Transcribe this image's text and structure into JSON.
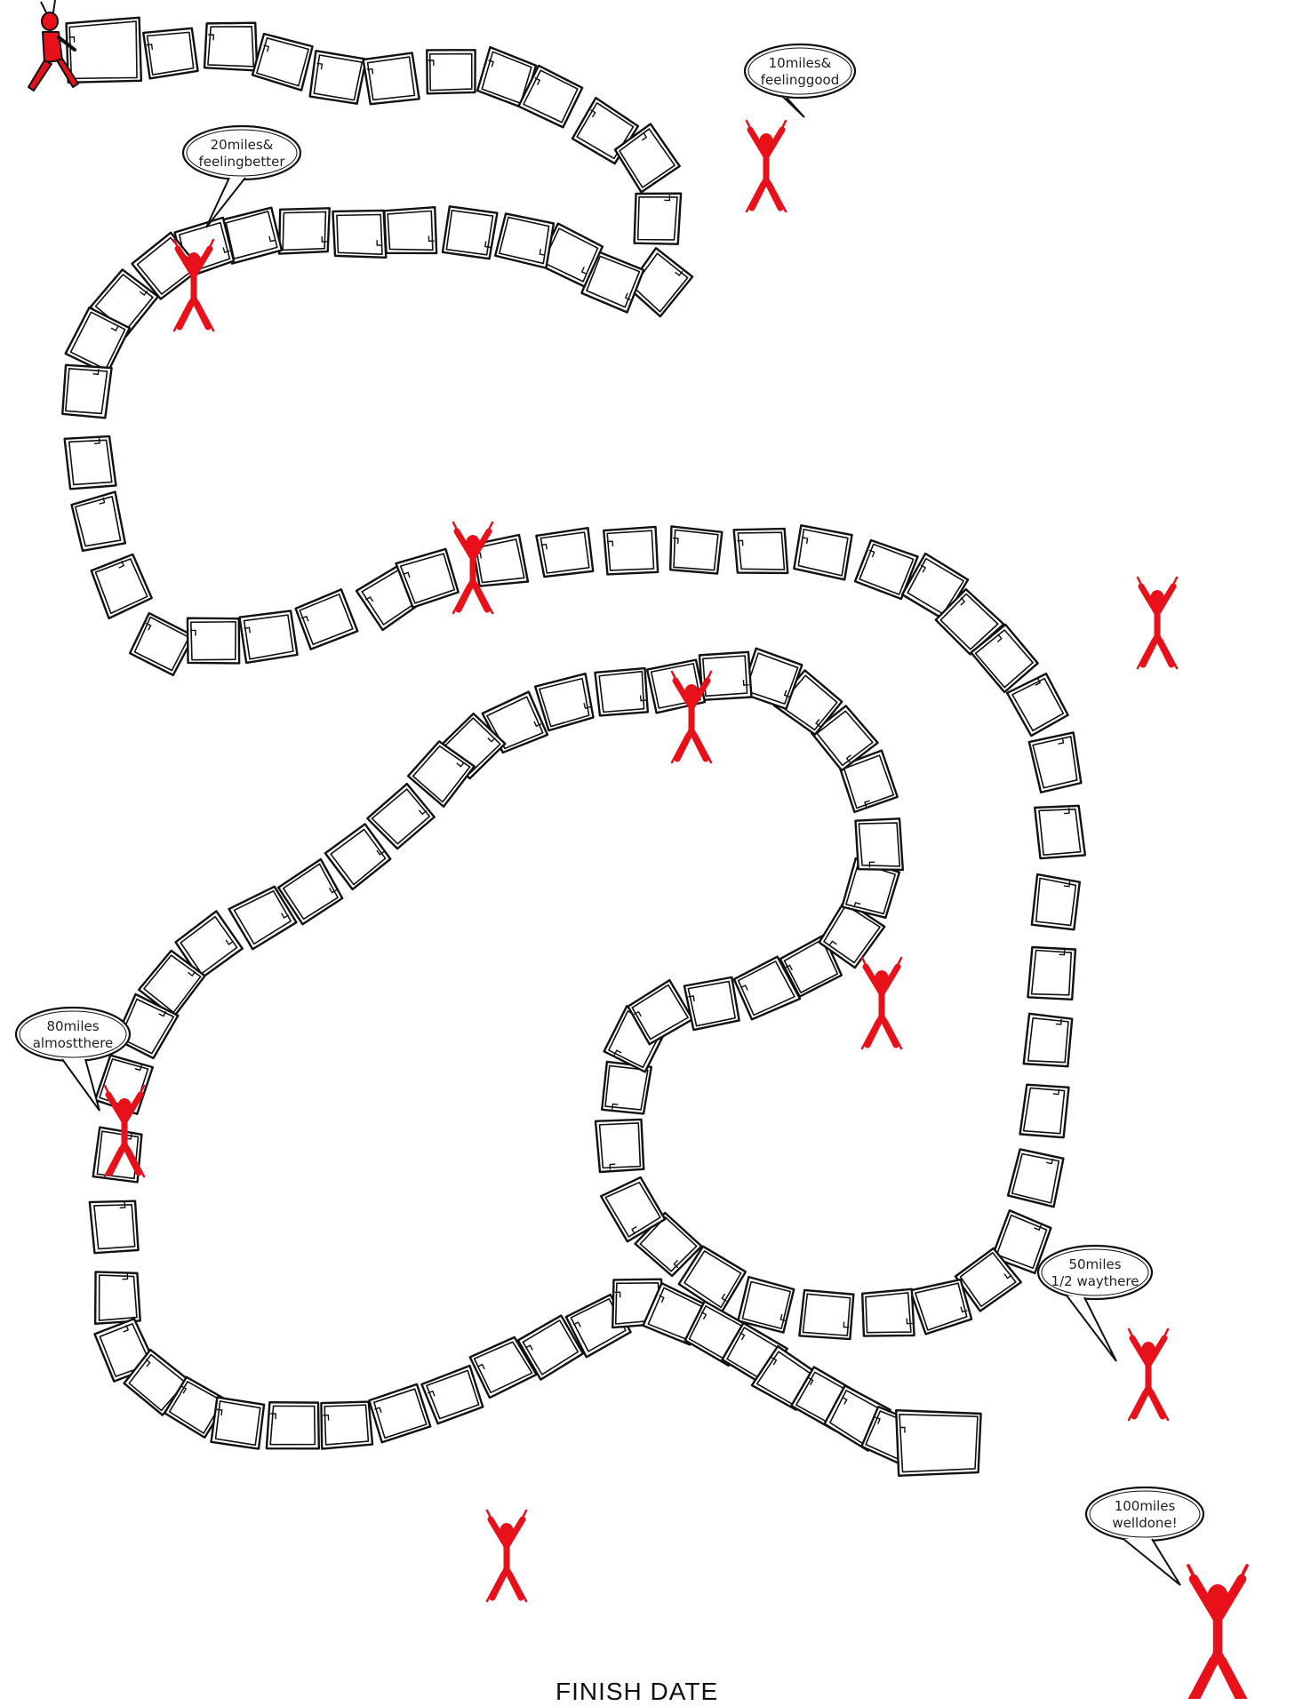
{
  "colors": {
    "runner": "#e8111a",
    "outline": "#111111",
    "tile_fill": "#ffffff"
  },
  "start_icon": "running-man-icon",
  "milestone_icon": "cheering-person-icon",
  "bubbles": [
    {
      "id": "10",
      "lines": [
        "10miles&",
        "feelinggood"
      ]
    },
    {
      "id": "20",
      "lines": [
        "20miles&",
        "feelingbetter"
      ]
    },
    {
      "id": "50",
      "lines": [
        "50miles",
        "1/2 waythere"
      ]
    },
    {
      "id": "80",
      "lines": [
        "80miles",
        "almostthere"
      ]
    },
    {
      "id": "100",
      "lines": [
        "100miles",
        "welldone!"
      ]
    }
  ],
  "footer": {
    "finish_label": "FINISH DATE"
  }
}
